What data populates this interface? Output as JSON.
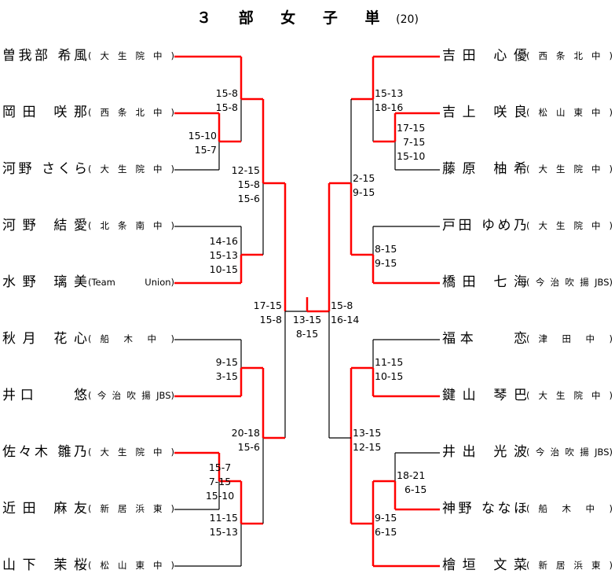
{
  "title": {
    "main": "３ 部 女 子 単",
    "count": "(20)"
  },
  "left_players": [
    {
      "name": "曽我部 希風",
      "school": "(大生院中)"
    },
    {
      "name": "岡田 咲那",
      "school": "(西条北中)"
    },
    {
      "name": "河野 さくら",
      "school": "(大生院中)"
    },
    {
      "name": "河野 結愛",
      "school": "(北条南中)"
    },
    {
      "name": "水野 璃美",
      "school": "(Team Union)"
    },
    {
      "name": "秋月 花心",
      "school": "( 船 木 中 )"
    },
    {
      "name": "井口　　悠",
      "school": "(今治吹揚JBS)"
    },
    {
      "name": "佐々木 雛乃",
      "school": "(大生院中)"
    },
    {
      "name": "近田 麻友",
      "school": "(新居浜東)"
    },
    {
      "name": "山下 茉桜",
      "school": "(松山東中)"
    }
  ],
  "right_players": [
    {
      "name": "吉田 心優",
      "school": "(西条北中)"
    },
    {
      "name": "吉上 咲良",
      "school": "(松山東中)"
    },
    {
      "name": "藤原 柚希",
      "school": "(大生院中)"
    },
    {
      "name": "戸田 ゆめ乃",
      "school": "(大生院中)"
    },
    {
      "name": "橋田 七海",
      "school": "(今治吹揚JBS)"
    },
    {
      "name": "福本　　恋",
      "school": "( 津 田 中 )"
    },
    {
      "name": "鍵山 琴巴",
      "school": "(大生院中)"
    },
    {
      "name": "井出 光波",
      "school": "(今治吹揚JBS)"
    },
    {
      "name": "神野 ななほ",
      "school": "( 船 木 中 )"
    },
    {
      "name": "檜垣 文菜",
      "school": "(新居浜東)"
    }
  ],
  "scores": {
    "L1": [
      "15-8",
      "15-8"
    ],
    "L2": [
      "15-10",
      "15-7"
    ],
    "L3": [
      "12-15",
      "15-8",
      "15-6"
    ],
    "L4": [
      "14-16",
      "15-13",
      "10-15"
    ],
    "L5": [
      "9-15",
      "3-15"
    ],
    "L6": [
      "20-18",
      "15-6"
    ],
    "L7": [
      "15-7",
      "7-15",
      "15-10"
    ],
    "L8": [
      "11-15",
      "15-13"
    ],
    "FL": [
      "17-15",
      "15-8"
    ],
    "FC": [
      "13-15",
      "8-15"
    ],
    "FR": [
      "15-8",
      "16-14"
    ],
    "R1": [
      "15-13",
      "18-16"
    ],
    "R2": [
      "17-15",
      "7-15",
      "15-10"
    ],
    "R3": [
      "2-15",
      "9-15"
    ],
    "R4": [
      "8-15",
      "9-15"
    ],
    "R5": [
      "11-15",
      "10-15"
    ],
    "R6": [
      "13-15",
      "12-15"
    ],
    "R7": [
      "18-21",
      "6-15"
    ],
    "R8": [
      "9-15",
      "6-15"
    ]
  },
  "colors": {
    "winner_line": "#ff0000",
    "line": "#000000"
  }
}
